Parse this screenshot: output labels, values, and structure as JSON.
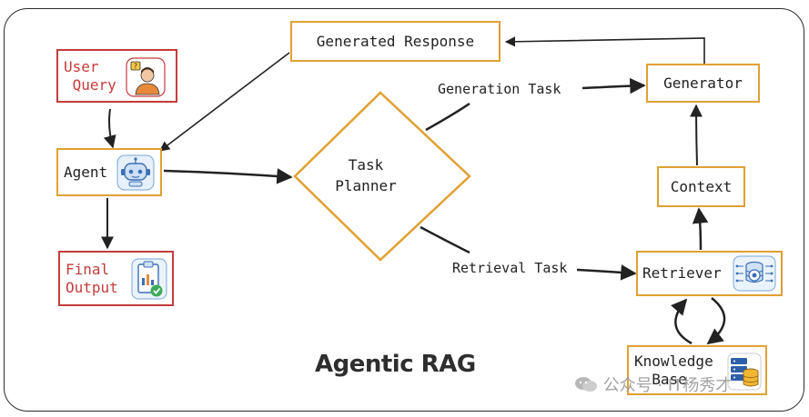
{
  "title": "Agentic RAG",
  "nodes": {
    "user_query": "User\n Query",
    "agent": "Agent",
    "final_output": "Final\nOutput",
    "generated_response": "Generated Response",
    "task_planner": "Task\nPlanner",
    "generator": "Generator",
    "context": "Context",
    "retriever": "Retriever",
    "knowledge_base": "Knowledge\n  Base"
  },
  "edge_labels": {
    "generation_task": "Generation Task",
    "retrieval_task": "Retrieval Task"
  },
  "watermark": "公众号 · IT杨秀才",
  "colors": {
    "process_border": "#e0a032",
    "io_border": "#c53b3b",
    "io_text": "#c53b3b",
    "arrow": "#222222"
  },
  "icons": [
    "user-icon",
    "robot-icon",
    "clipboard-check-icon",
    "database-network-icon",
    "database-stack-icon"
  ]
}
